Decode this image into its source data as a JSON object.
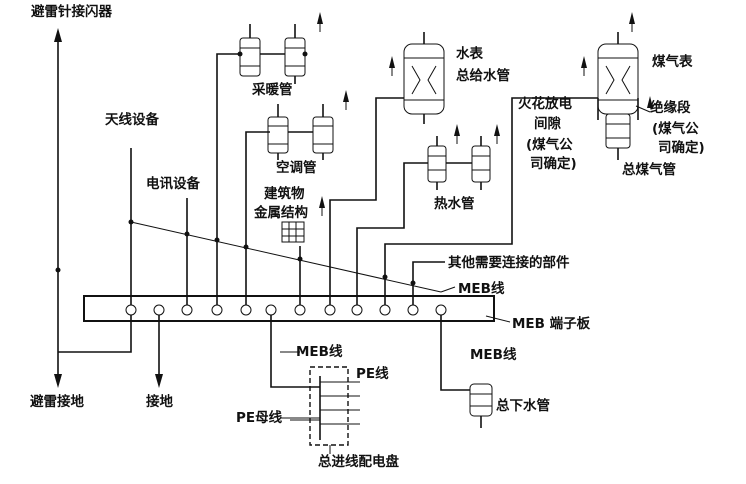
{
  "labels": {
    "lightning_rod": "避雷针接闪器",
    "heating_pipe": "采暖管",
    "water_meter_line1": "水表",
    "water_meter_line2": "总给水管",
    "gas_meter": "煤气表",
    "antenna_equipment": "天线设备",
    "spark_gap_line1": "火花放电",
    "spark_gap_line2": "间隙",
    "spark_gap_line3": "(煤气公",
    "spark_gap_line4": "司确定)",
    "insulation_line1": "绝缘段",
    "insulation_line2": "(煤气公",
    "insulation_line3": "司确定)",
    "main_gas_pipe": "总煤气管",
    "ac_pipe": "空调管",
    "telecom_equipment": "电讯设备",
    "building_metal_line1": "建筑物",
    "building_metal_line2": "金属结构",
    "hot_water_pipe": "热水管",
    "other_parts": "其他需要连接的部件",
    "meb_line_top": "MEB线",
    "meb_terminal_board": "MEB 端子板",
    "meb_line_left": "MEB线",
    "meb_line_right": "MEB线",
    "pe_line": "PE线",
    "lightning_ground": "避雷接地",
    "ground": "接地",
    "pe_busbar": "PE母线",
    "main_drain_pipe": "总下水管",
    "main_distribution_board": "总进线配电盘"
  }
}
